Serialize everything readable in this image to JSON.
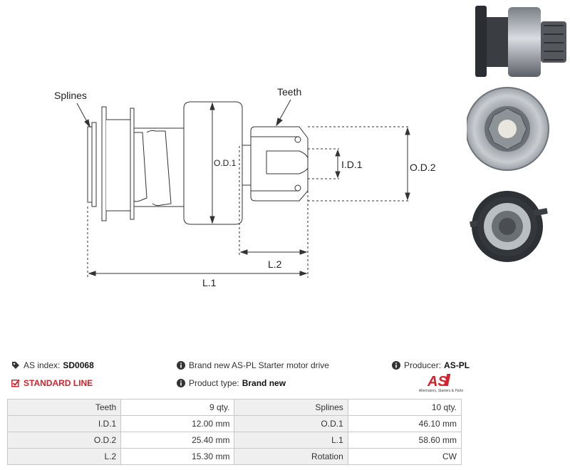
{
  "diagram": {
    "labels": {
      "splines": "Splines",
      "teeth": "Teeth",
      "od1": "O.D.1",
      "id1": "I.D.1",
      "od2": "O.D.2",
      "l2": "L.2",
      "l1": "L.1"
    }
  },
  "info": {
    "as_index_label": "AS index:",
    "as_index_value": "SD0068",
    "description": "Brand new AS-PL Starter motor drive",
    "producer_label": "Producer:",
    "producer_value": "AS-PL",
    "line": "STANDARD LINE",
    "product_type_label": "Product type:",
    "product_type_value": "Brand new"
  },
  "logo": {
    "mark": "AS",
    "tagline": "Alternators, Starters & Parts"
  },
  "specs": [
    {
      "l1": "Teeth",
      "v1": "9 qty.",
      "l2": "Splines",
      "v2": "10 qty."
    },
    {
      "l1": "I.D.1",
      "v1": "12.00 mm",
      "l2": "O.D.1",
      "v2": "46.10 mm"
    },
    {
      "l1": "O.D.2",
      "v1": "25.40 mm",
      "l2": "L.1",
      "v2": "58.60 mm"
    },
    {
      "l1": "L.2",
      "v1": "15.30 mm",
      "l2": "Rotation",
      "v2": "CW"
    }
  ],
  "colors": {
    "accent_red": "#d9212c",
    "table_label_bg": "#efefef",
    "table_border": "#c9c9c9"
  }
}
